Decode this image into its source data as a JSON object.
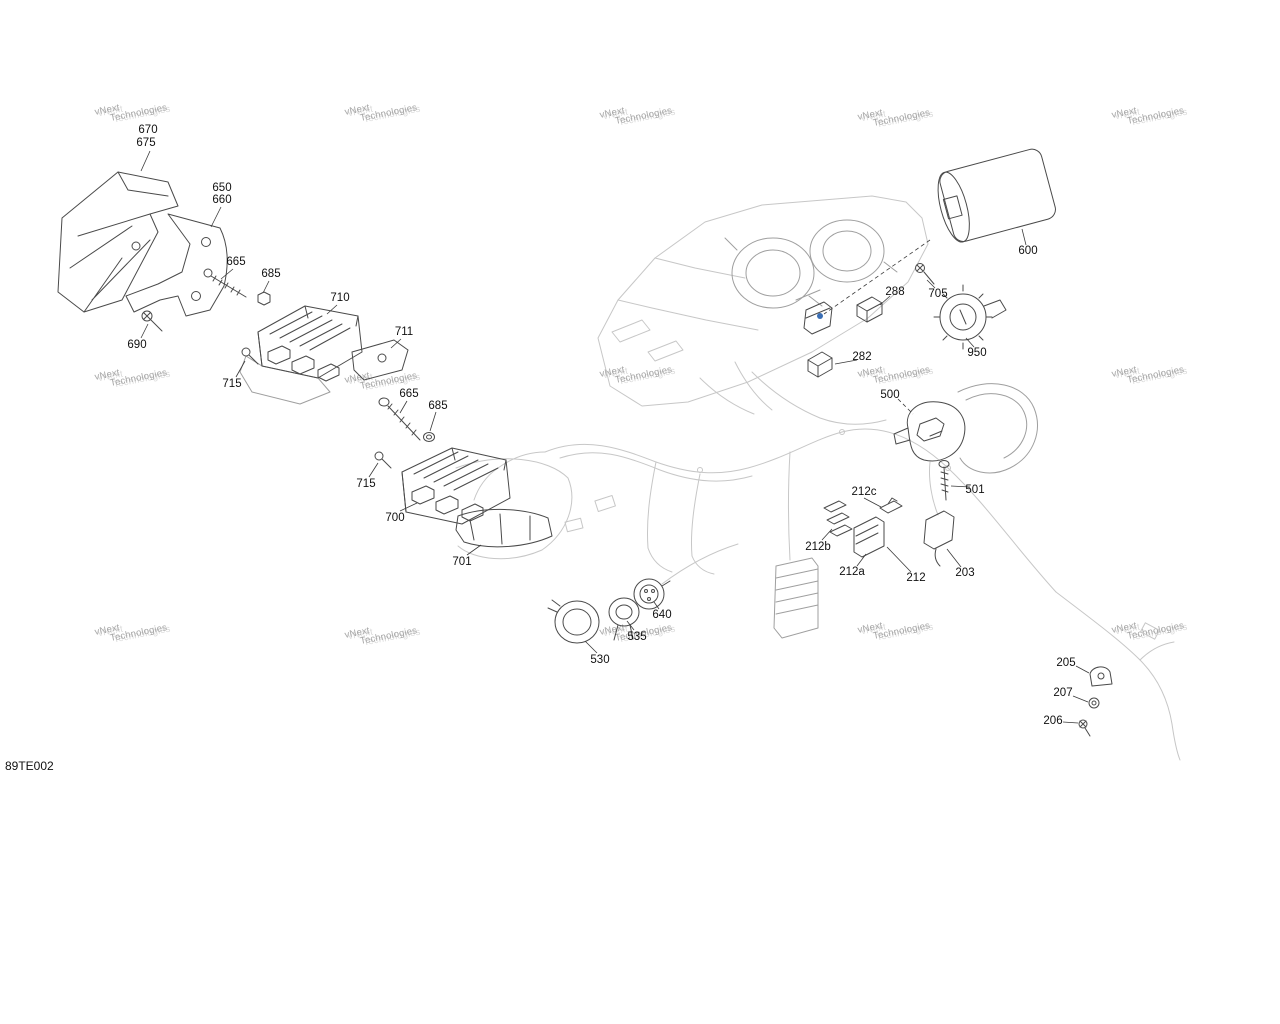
{
  "page": {
    "drawing_code": "89TE002",
    "background": "#ffffff"
  },
  "watermark": {
    "text": "vNext Technologies",
    "line1": "vNext",
    "line2": "Technologies"
  },
  "colors": {
    "line": "#4a4a4a",
    "faint": "#c7c7c7",
    "label": "#111111",
    "watermark": "#8f8f8f",
    "accent_blue": "#3b6fb5"
  },
  "diagram": {
    "type": "exploded-parts-diagram"
  },
  "callouts": [
    {
      "id": "670",
      "label": "670"
    },
    {
      "id": "675",
      "label": "675"
    },
    {
      "id": "650",
      "label": "650"
    },
    {
      "id": "660",
      "label": "660"
    },
    {
      "id": "665-upper",
      "label": "665"
    },
    {
      "id": "685-upper",
      "label": "685"
    },
    {
      "id": "690",
      "label": "690"
    },
    {
      "id": "710",
      "label": "710"
    },
    {
      "id": "711",
      "label": "711"
    },
    {
      "id": "715-upper",
      "label": "715"
    },
    {
      "id": "665-lower",
      "label": "665"
    },
    {
      "id": "685-lower",
      "label": "685"
    },
    {
      "id": "715-lower",
      "label": "715"
    },
    {
      "id": "700",
      "label": "700"
    },
    {
      "id": "701",
      "label": "701"
    },
    {
      "id": "530",
      "label": "530"
    },
    {
      "id": "535",
      "label": "535"
    },
    {
      "id": "640",
      "label": "640"
    },
    {
      "id": "600",
      "label": "600"
    },
    {
      "id": "705",
      "label": "705"
    },
    {
      "id": "288",
      "label": "288"
    },
    {
      "id": "950",
      "label": "950"
    },
    {
      "id": "282",
      "label": "282"
    },
    {
      "id": "500",
      "label": "500"
    },
    {
      "id": "501",
      "label": "501"
    },
    {
      "id": "212c",
      "label": "212c"
    },
    {
      "id": "212b",
      "label": "212b"
    },
    {
      "id": "212a",
      "label": "212a"
    },
    {
      "id": "212",
      "label": "212"
    },
    {
      "id": "203",
      "label": "203"
    },
    {
      "id": "205",
      "label": "205"
    },
    {
      "id": "207",
      "label": "207"
    },
    {
      "id": "206",
      "label": "206"
    }
  ]
}
